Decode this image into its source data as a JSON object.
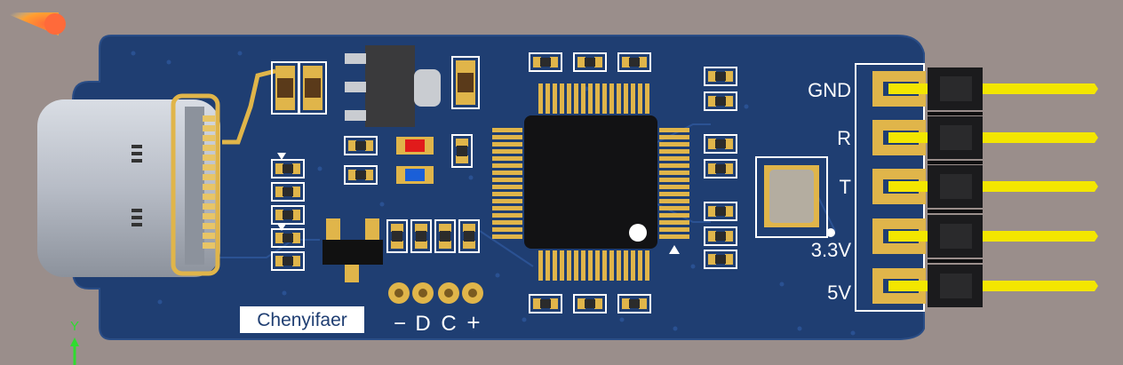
{
  "viewport": {
    "background": "#9a8e8b"
  },
  "board": {
    "color": "#1f3e72",
    "label": "Chenyifaer",
    "pads_legend": [
      "−",
      "D",
      "C",
      "+"
    ],
    "header_pins": [
      {
        "label": "GND"
      },
      {
        "label": "R"
      },
      {
        "label": "T"
      },
      {
        "label": "3.3V"
      },
      {
        "label": "5V"
      }
    ]
  },
  "axis_gizmo": {
    "label": "Y",
    "color": "#2fdc2f"
  },
  "components": {
    "led_red": "#e11b1b",
    "led_blue": "#1a5fd8",
    "gold": "#e0b54a",
    "pin_color": "#f3e600"
  }
}
